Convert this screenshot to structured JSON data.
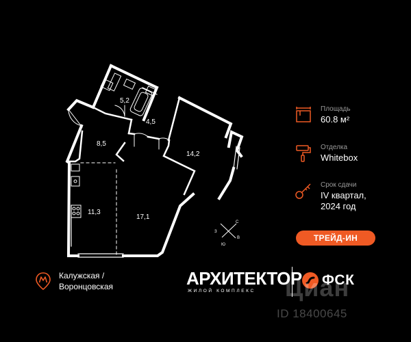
{
  "rooms": [
    {
      "id": "bathroom-small",
      "label": "5,2"
    },
    {
      "id": "bathroom",
      "label": "4,5"
    },
    {
      "id": "hall",
      "label": "8,5"
    },
    {
      "id": "bedroom",
      "label": "14,2"
    },
    {
      "id": "kitchen",
      "label": "11,3"
    },
    {
      "id": "living",
      "label": "17,1"
    }
  ],
  "compass": {
    "north": "С",
    "south": "Ю",
    "east": "В",
    "west": "З"
  },
  "info": {
    "area": {
      "label": "Площадь",
      "value": "60.8 м²",
      "icon": "floor-plan-icon"
    },
    "finish": {
      "label": "Отделка",
      "value": "Whitebox",
      "icon": "paint-roller-icon"
    },
    "deadline": {
      "label": "Срок сдачи",
      "value": "IV квартал,\n2024 год",
      "icon": "key-icon"
    }
  },
  "trade_in": {
    "label": "ТРЕЙД-ИН"
  },
  "metro": {
    "stations": "Калужская /\nВоронцовская",
    "icon": "metro-icon"
  },
  "logo": {
    "main": "АРХИТЕКТОР",
    "sub": "ЖИЛОЙ КОМПЛЕКС"
  },
  "fsk": {
    "text": "ФСК",
    "icon": "fsk-icon"
  },
  "watermark": {
    "brand": "Циан",
    "id": "ID 18400645"
  },
  "colors": {
    "background": "#000000",
    "accent": "#ef5a24",
    "text": "#ffffff",
    "muted": "#9a9a9a"
  }
}
